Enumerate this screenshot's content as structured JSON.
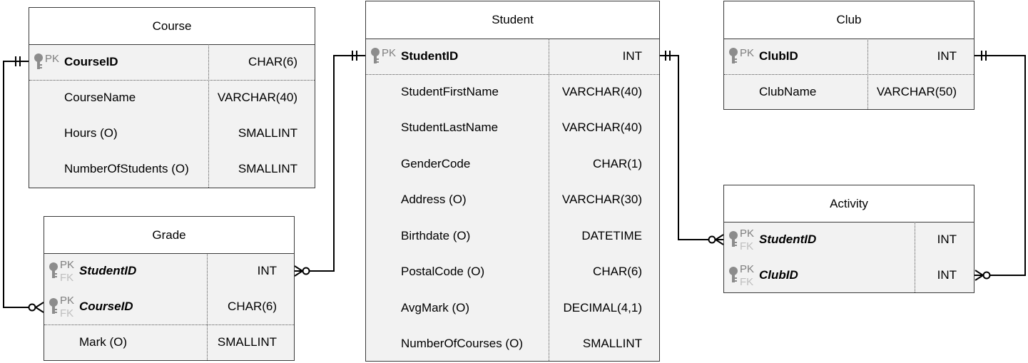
{
  "entities": {
    "course": {
      "title": "Course",
      "pk_label": "PK",
      "fields": [
        {
          "name": "CourseID",
          "type": "CHAR(6)"
        },
        {
          "name": "CourseName",
          "type": "VARCHAR(40)"
        },
        {
          "name": "Hours (O)",
          "type": "SMALLINT"
        },
        {
          "name": "NumberOfStudents (O)",
          "type": "SMALLINT"
        }
      ]
    },
    "student": {
      "title": "Student",
      "pk_label": "PK",
      "fields": [
        {
          "name": "StudentID",
          "type": "INT"
        },
        {
          "name": "StudentFirstName",
          "type": "VARCHAR(40)"
        },
        {
          "name": "StudentLastName",
          "type": "VARCHAR(40)"
        },
        {
          "name": "GenderCode",
          "type": "CHAR(1)"
        },
        {
          "name": "Address (O)",
          "type": "VARCHAR(30)"
        },
        {
          "name": "Birthdate (O)",
          "type": "DATETIME"
        },
        {
          "name": "PostalCode (O)",
          "type": "CHAR(6)"
        },
        {
          "name": "AvgMark (O)",
          "type": "DECIMAL(4,1)"
        },
        {
          "name": "NumberOfCourses (O)",
          "type": "SMALLINT"
        }
      ]
    },
    "club": {
      "title": "Club",
      "pk_label": "PK",
      "fields": [
        {
          "name": "ClubID",
          "type": "INT"
        },
        {
          "name": "ClubName",
          "type": "VARCHAR(50)"
        }
      ]
    },
    "grade": {
      "title": "Grade",
      "pk_label": "PK",
      "fk_label": "FK",
      "fields": [
        {
          "name": "StudentID",
          "type": "INT"
        },
        {
          "name": "CourseID",
          "type": "CHAR(6)"
        },
        {
          "name": "Mark (O)",
          "type": "SMALLINT"
        }
      ]
    },
    "activity": {
      "title": "Activity",
      "pk_label": "PK",
      "fk_label": "FK",
      "fields": [
        {
          "name": "StudentID",
          "type": "INT"
        },
        {
          "name": "ClubID",
          "type": "INT"
        }
      ]
    }
  },
  "colors": {
    "border": "#3a3a3a",
    "body_fill": "#f2f2f2",
    "header_fill": "#ffffff",
    "pk_text": "#7f7f7f",
    "fk_text": "#bfbfbf",
    "key_icon": "#8c8c8c",
    "line": "#000000"
  },
  "relationships": [
    {
      "from": "Course.CourseID",
      "to": "Grade.CourseID",
      "cardinality": "one-to-many"
    },
    {
      "from": "Student.StudentID",
      "to": "Grade.StudentID",
      "cardinality": "one-to-many"
    },
    {
      "from": "Student.StudentID",
      "to": "Activity.StudentID",
      "cardinality": "one-to-many"
    },
    {
      "from": "Club.ClubID",
      "to": "Activity.ClubID",
      "cardinality": "one-to-many"
    }
  ]
}
